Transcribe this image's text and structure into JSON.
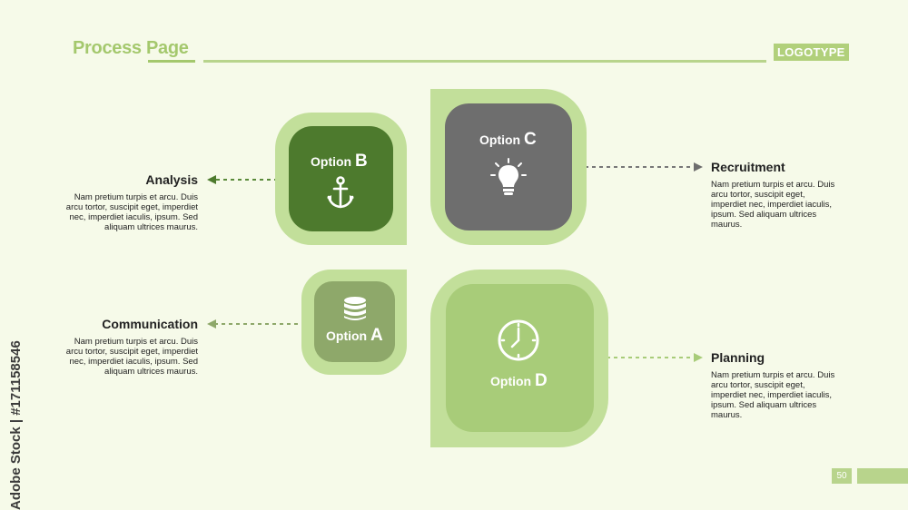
{
  "header": {
    "title": "Process Page",
    "logotype": "LOGOTYPE"
  },
  "page_number": "50",
  "watermark_side": "Adobe Stock | #171158546",
  "options": {
    "a": {
      "prefix": "Option",
      "letter": "A",
      "icon": "database-icon",
      "color": "#8ea86a"
    },
    "b": {
      "prefix": "Option",
      "letter": "B",
      "icon": "anchor-icon",
      "color": "#4d7a2d"
    },
    "c": {
      "prefix": "Option",
      "letter": "C",
      "icon": "lightbulb-icon",
      "color": "#6e6e6e"
    },
    "d": {
      "prefix": "Option",
      "letter": "D",
      "icon": "clock-icon",
      "color": "#a8cc79"
    }
  },
  "items": {
    "analysis": {
      "title": "Analysis",
      "text": "Nam pretium turpis et arcu. Duis arcu tortor, suscipit eget, imperdiet nec, imperdiet iaculis, ipsum. Sed aliquam ultrices maurus."
    },
    "communication": {
      "title": "Communication",
      "text": "Nam pretium turpis et arcu. Duis arcu tortor, suscipit eget, imperdiet nec, imperdiet iaculis, ipsum. Sed aliquam ultrices maurus."
    },
    "recruitment": {
      "title": "Recruitment",
      "text": "Nam pretium turpis et arcu. Duis arcu tortor, suscipit eget, imperdiet nec, imperdiet iaculis, ipsum. Sed aliquam ultrices maurus."
    },
    "planning": {
      "title": "Planning",
      "text": "Nam pretium turpis et arcu. Duis arcu tortor, suscipit eget, imperdiet nec, imperdiet iaculis, ipsum. Sed aliquam ultrices maurus."
    }
  }
}
